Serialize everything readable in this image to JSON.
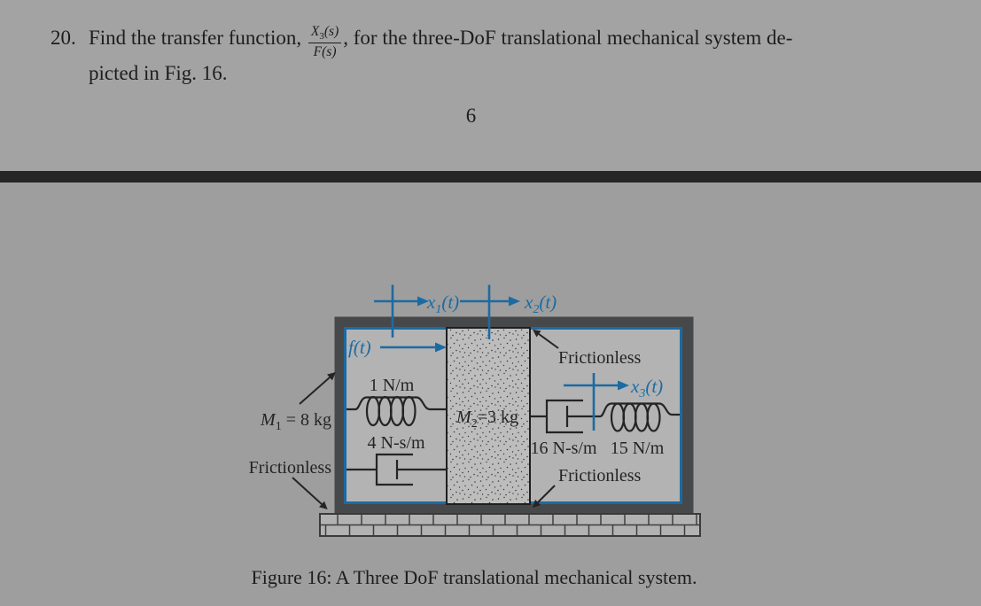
{
  "page": {
    "background": "#9e9e9e",
    "top_background": "#a3a3a3",
    "divider_color": "#262626",
    "accent_blue": "#1b6ba3"
  },
  "problem": {
    "number": "20.",
    "text_before": "Find the transfer function,",
    "fraction": {
      "numerator_base": "X",
      "numerator_sub": "3",
      "numerator_rest": "(s)",
      "denominator": "F(s)"
    },
    "text_after": ", for the three-DoF translational mechanical system de-",
    "text_line2": "picted in Fig. 16."
  },
  "page_number": "6",
  "figure": {
    "caption": "Figure 16: A Three DoF translational mechanical system.",
    "labels": {
      "m1": {
        "base": "M",
        "sub": "1",
        "rest": " = 8 kg"
      },
      "m2": {
        "base": "M",
        "sub": "2",
        "rest": "=3 kg"
      },
      "spring1": "1 N/m",
      "damper1": "4 N-s/m",
      "damper2": "16 N-s/m",
      "spring2": "15 N/m",
      "frictionless_left": "Frictionless",
      "frictionless_top": "Frictionless",
      "frictionless_bottom": "Frictionless",
      "f": {
        "base": "f",
        "rest": "(t)"
      },
      "x1": {
        "base": "x",
        "sub": "1",
        "rest": "(t)"
      },
      "x2": {
        "base": "x",
        "sub": "2",
        "rest": "(t)"
      },
      "x3": {
        "base": "x",
        "sub": "3",
        "rest": "(t)"
      }
    }
  }
}
